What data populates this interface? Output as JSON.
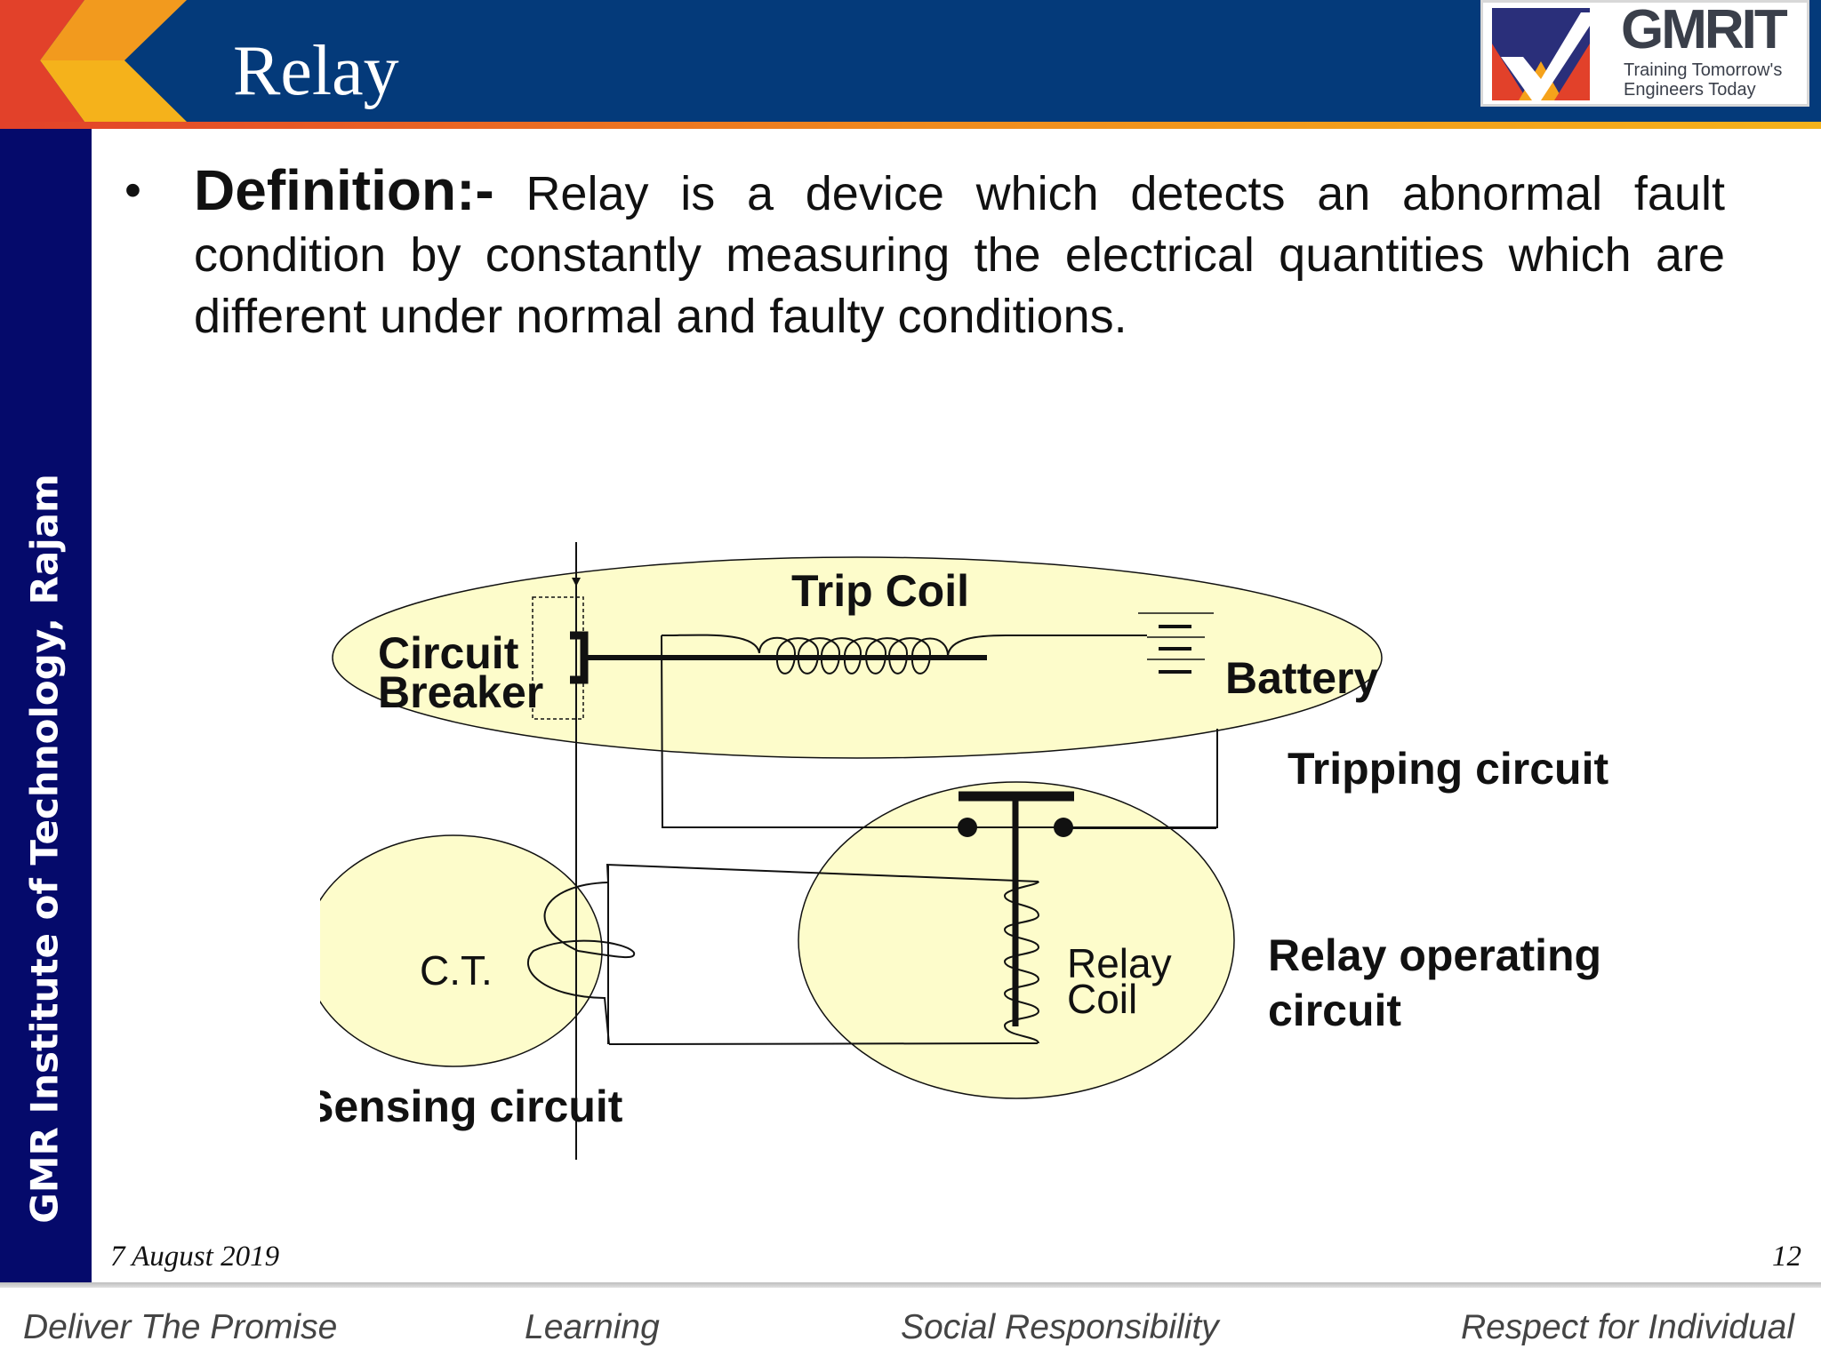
{
  "header": {
    "title": "Relay",
    "logo": {
      "wordmark": "GMRIT",
      "tagline_1": "Training Tomorrow's",
      "tagline_2": "Engineers Today"
    }
  },
  "sidebar": {
    "institute": "GMR Institute of Technology, Rajam"
  },
  "content": {
    "definition_term": "Definition:-",
    "definition_text": "Relay is a device which detects an abnormal fault condition by constantly measuring the electrical quantities which are different under normal and faulty conditions."
  },
  "diagram": {
    "labels": {
      "circuit": "Circuit",
      "breaker": "Breaker",
      "trip_coil": "Trip Coil",
      "battery": "Battery",
      "tripping_circuit": "Tripping circuit",
      "ct": "C.T.",
      "relay": "Relay",
      "coil": "Coil",
      "relay_operating": "Relay operating",
      "circuit_word": "circuit",
      "sensing_circuit": "Sensing circuit"
    },
    "colors": {
      "ellipse_fill": "#fdfccb",
      "line": "#111111"
    }
  },
  "footer": {
    "date": "7 August 2019",
    "page": "12",
    "values": [
      "Deliver The Promise",
      "Learning",
      "Social Responsibility",
      "Respect for Individual"
    ]
  },
  "colors": {
    "header": "#043a7a",
    "sidebar": "#050a6b",
    "accent_red": "#e2412a",
    "accent_orange": "#f5a21b"
  }
}
